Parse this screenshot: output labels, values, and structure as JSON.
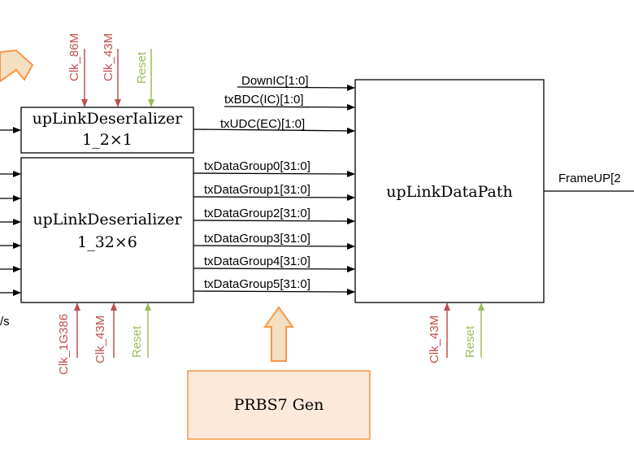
{
  "colors": {
    "clock": "#c0504d",
    "reset": "#9bbb59",
    "prbs_fill": "#fde9d9",
    "prbs_border": "#f79646",
    "big_arrow_fill": "#f3dfc1",
    "big_arrow_border": "#f79646"
  },
  "blocks": {
    "deser_ic": {
      "line1": "upLinkDeserIalizer",
      "line2": "1_2×1"
    },
    "deser_data": {
      "line1": "upLinkDeserializer",
      "line2": "1_32×6"
    },
    "datapath": {
      "label": "upLinkDataPath"
    },
    "prbs": {
      "label": "PRBS7 Gen"
    }
  },
  "signals": {
    "ic_outputs": [
      "DownIC[1:0]",
      "txBDC(IC)[1:0]",
      "txUDC(EC)[1:0]"
    ],
    "data_outputs": [
      "txDataGroup0[31:0]",
      "txDataGroup1[31:0]",
      "txDataGroup2[31:0]",
      "txDataGroup3[31:0]",
      "txDataGroup4[31:0]",
      "txDataGroup5[31:0]"
    ],
    "frame_out": "FrameUP[2",
    "left_fragment": "/s"
  },
  "clocks": {
    "deser_ic": [
      "Clk_86M",
      "Clk_43M"
    ],
    "deser_ic_reset": "Reset",
    "deser_data": [
      "Clk_1G386",
      "Clk_43M"
    ],
    "deser_data_reset": "Reset",
    "datapath": [
      "Clk_43M"
    ],
    "datapath_reset": "Reset"
  }
}
